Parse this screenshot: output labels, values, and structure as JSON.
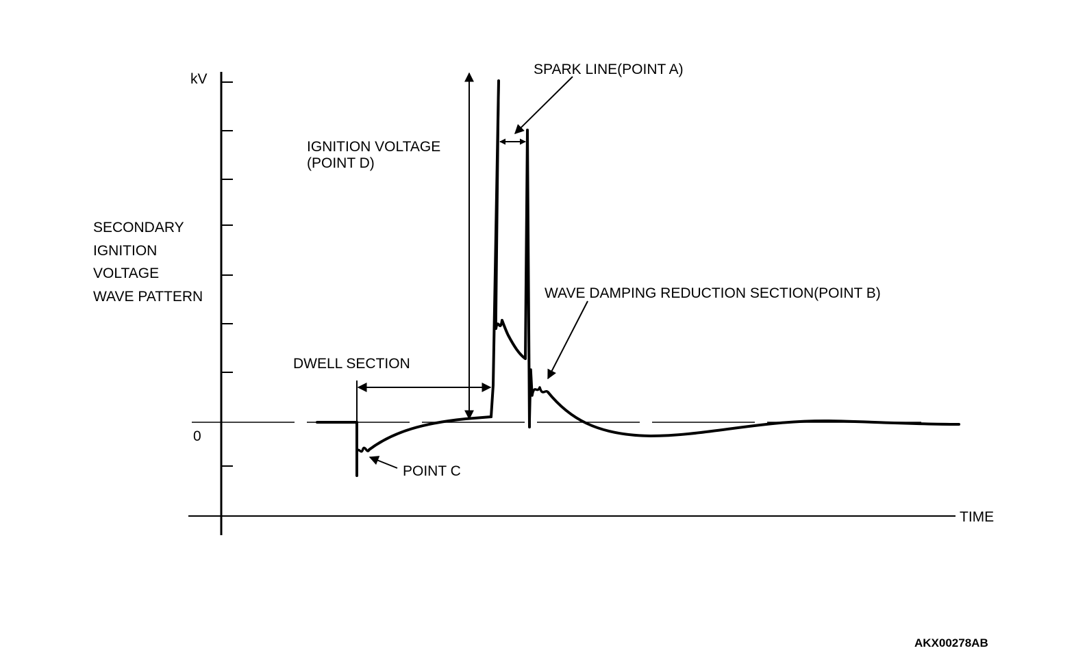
{
  "colors": {
    "background": "#ffffff",
    "ink": "#000000"
  },
  "diagram": {
    "y_axis_unit": "kV",
    "zero_label": "0",
    "x_axis_label": "TIME",
    "title_lines": [
      "SECONDARY",
      "IGNITION",
      "VOLTAGE",
      "WAVE PATTERN"
    ],
    "callouts": {
      "spark_line": "SPARK LINE(POINT A)",
      "ignition_voltage_line1": "IGNITION VOLTAGE",
      "ignition_voltage_line2": "(POINT D)",
      "wave_damping": "WAVE DAMPING REDUCTION SECTION(POINT B)",
      "dwell": "DWELL SECTION",
      "point_c": "POINT C"
    },
    "figure_code": "AKX00278AB"
  }
}
